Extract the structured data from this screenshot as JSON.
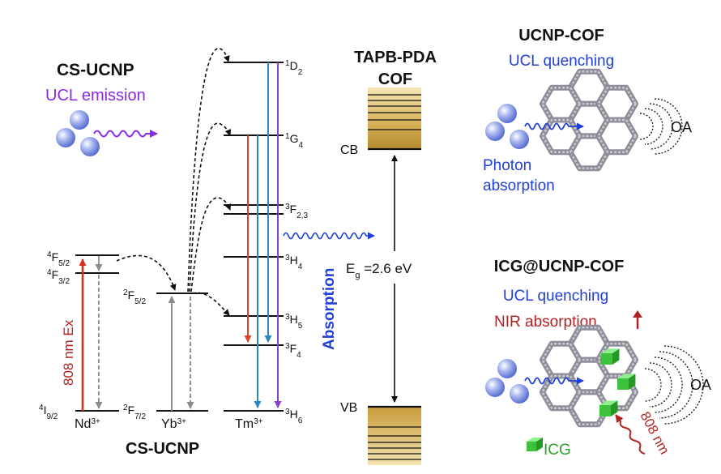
{
  "colors": {
    "ucl_purple": "#8a2be2",
    "blue_text": "#1f3fd6",
    "red_text": "#b22222",
    "red_arrow": "#e2412b",
    "blue_arrow": "#2a86c4",
    "purple_arrow": "#8a3fc9",
    "gray_arrow": "#8c8c8c",
    "cof_gold": "#c8a040",
    "icg_green": "#3ec23e"
  },
  "left_panel": {
    "title": "CS-UCNP",
    "subtitle": "UCL emission"
  },
  "energy_diagram": {
    "bottom_title": "CS-UCNP",
    "nd": {
      "name": "Nd",
      "charge": "3+",
      "level_top": {
        "letter": "F",
        "mult": "4",
        "sub": "5/2"
      },
      "level_mid": {
        "letter": "F",
        "mult": "4",
        "sub": "3/2"
      },
      "level_ground": {
        "letter": "I",
        "mult": "4",
        "sub": "9/2"
      },
      "excitation_label": "808 nm Ex"
    },
    "yb": {
      "name": "Yb",
      "charge": "3+",
      "level_excited": {
        "letter": "F",
        "mult": "2",
        "sub": "5/2"
      },
      "level_ground": {
        "letter": "F",
        "mult": "2",
        "sub": "7/2"
      }
    },
    "tm": {
      "name": "Tm",
      "charge": "3+",
      "levels": [
        {
          "letter": "D",
          "mult": "1",
          "sub": "2"
        },
        {
          "letter": "G",
          "mult": "1",
          "sub": "4"
        },
        {
          "letter": "F",
          "mult": "3",
          "sub": "2,3"
        },
        {
          "letter": "H",
          "mult": "3",
          "sub": "4"
        },
        {
          "letter": "H",
          "mult": "3",
          "sub": "5"
        },
        {
          "letter": "F",
          "mult": "3",
          "sub": "4"
        },
        {
          "letter": "H",
          "mult": "3",
          "sub": "6"
        }
      ]
    },
    "absorption_label": "Absorption"
  },
  "cof_band": {
    "title_line1": "TAPB-PDA",
    "title_line2": "COF",
    "cb_label": "CB",
    "vb_label": "VB",
    "eg_prefix": "E",
    "eg_sub": "g",
    "eg_value": " =2.6 eV"
  },
  "right_top": {
    "title": "UCNP-COF",
    "subtitle": "UCL quenching",
    "photon_line1": "Photon",
    "photon_line2": "absorption",
    "oa": "OA"
  },
  "right_bottom": {
    "title": "ICG@UCNP-COF",
    "subtitle": "UCL quenching",
    "nir": "NIR absorption",
    "oa": "OA",
    "laser": "808 nm",
    "icg_legend": "ICG"
  }
}
